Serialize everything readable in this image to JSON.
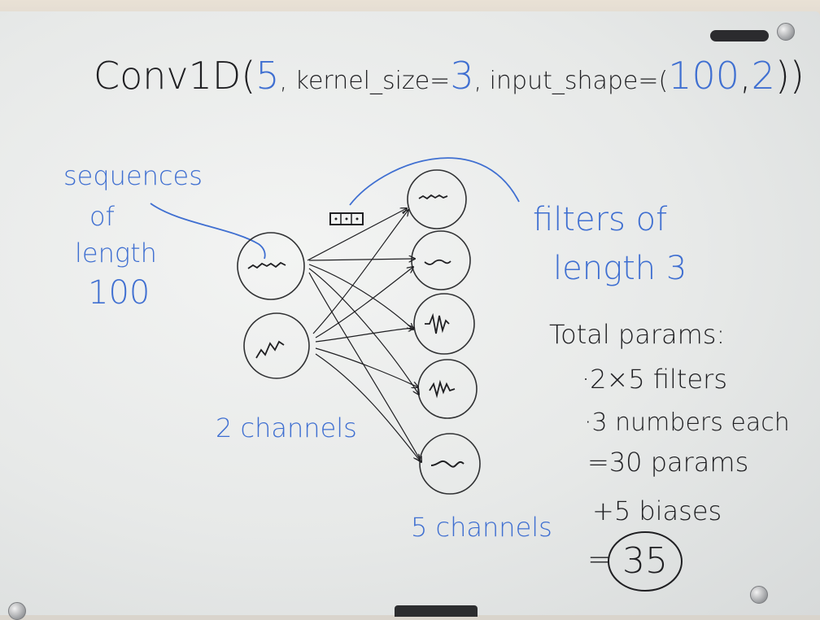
{
  "whiteboard": {
    "heading": {
      "prefix": "Conv1D(",
      "arg_filters": "5",
      "sep1": ", kernel_size=",
      "arg_kernel": "3",
      "sep2": ", input_shape=(",
      "arg_len": "100",
      "sep3": ",",
      "arg_ch": "2",
      "suffix": "))"
    },
    "input_note": [
      "sequences",
      "of",
      "length",
      "100"
    ],
    "filter_note": [
      "filters of",
      "length 3"
    ],
    "input_label": "2 channels",
    "output_label": "5 channels",
    "totals": {
      "title": "Total params:",
      "line1": "·2×5 filters",
      "line2": "·3 numbers each",
      "line3": "=30 params",
      "line4": "+5 biases",
      "line5_prefix": "=",
      "result": "35"
    },
    "colors": {
      "ink_black": "#1f1f22",
      "ink_blue": "#3f6fd1",
      "board": "#eef0ef"
    }
  }
}
